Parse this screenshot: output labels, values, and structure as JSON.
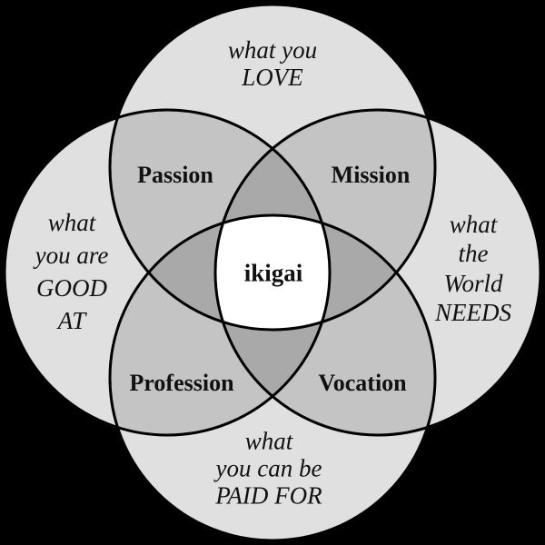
{
  "colors": {
    "background": "#000000",
    "region_single": "#e0e0e0",
    "region_double": "#c4c4c4",
    "region_triple": "#a9a9a9",
    "region_center": "#ffffff",
    "outline": "#000000",
    "text": "#111111"
  },
  "circles": {
    "top": {
      "label": "what you\nLOVE"
    },
    "left": {
      "label": "what\nyou are\nGOOD\nAT"
    },
    "right": {
      "label": "what\nthe World\nNEEDS"
    },
    "bottom": {
      "label": "what\nyou can be\nPAID FOR"
    }
  },
  "overlaps": {
    "top_left": {
      "label": "Passion"
    },
    "top_right": {
      "label": "Mission"
    },
    "bottom_left": {
      "label": "Profession"
    },
    "bottom_right": {
      "label": "Vocation"
    }
  },
  "center": {
    "label": "ikigai"
  }
}
